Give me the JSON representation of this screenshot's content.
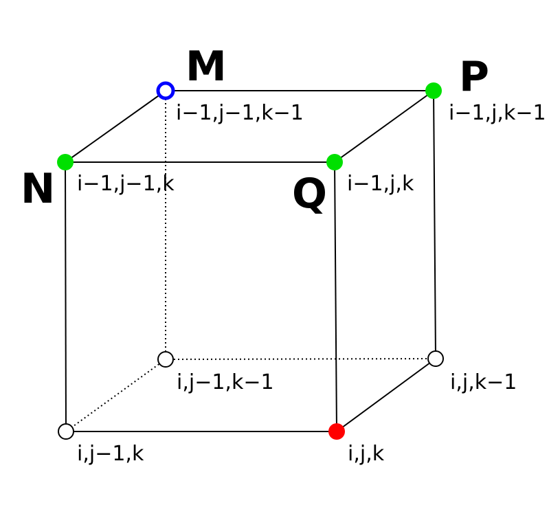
{
  "colors": {
    "edge": "#000000",
    "open_vertex": "#ffffff",
    "green_vertex": "#00e000",
    "red_vertex": "#ff0000",
    "blue_ring": "#0000ff",
    "background": "#ffffff"
  },
  "vertices": {
    "M": {
      "letter": "M",
      "index": "i−1,j−1,k−1",
      "style": "blue-ring"
    },
    "P": {
      "letter": "P",
      "index": "i−1,j,k−1",
      "style": "green"
    },
    "N": {
      "letter": "N",
      "index": "i−1,j−1,k",
      "style": "green"
    },
    "Q": {
      "letter": "Q",
      "index": "i−1,j,k",
      "style": "green"
    },
    "back_bottom_left": {
      "index": "i,j−1,k−1",
      "style": "open"
    },
    "back_bottom_right": {
      "index": "i,j,k−1",
      "style": "open"
    },
    "front_bottom_left": {
      "index": "i,j−1,k",
      "style": "open"
    },
    "front_bottom_right": {
      "index": "i,j,k",
      "style": "red"
    }
  }
}
